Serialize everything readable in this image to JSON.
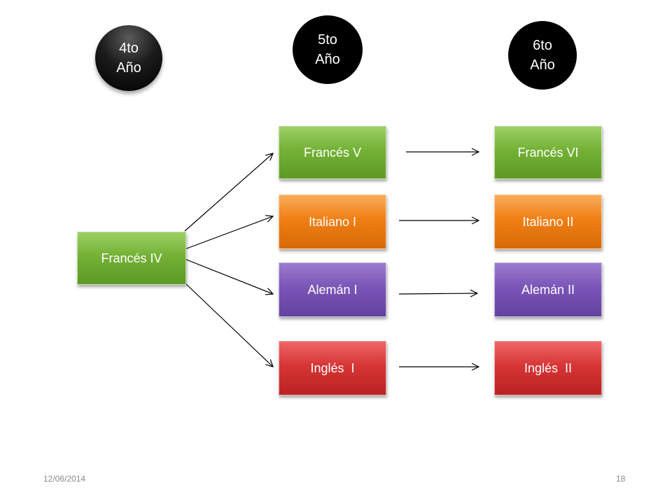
{
  "years": {
    "fourth": "4to\nAño",
    "fifth": "5to\nAño",
    "sixth": "6to\nAño"
  },
  "source": {
    "label": "Francés IV",
    "color": "#74b136"
  },
  "fifth_year_courses": [
    {
      "label": "Francés V",
      "color": "#74b136"
    },
    {
      "label": "Italiano I",
      "color": "#f07f14"
    },
    {
      "label": "Alemán I",
      "color": "#7a55b8"
    },
    {
      "label": "Inglés  I",
      "color": "#d63535"
    }
  ],
  "sixth_year_courses": [
    {
      "label": "Francés VI",
      "color": "#74b136"
    },
    {
      "label": "Italiano II",
      "color": "#f07f14"
    },
    {
      "label": "Alemán II",
      "color": "#7a55b8"
    },
    {
      "label": "Inglés  II",
      "color": "#d63535"
    }
  ],
  "footer": {
    "date": "12/06/2014",
    "page": "18"
  }
}
